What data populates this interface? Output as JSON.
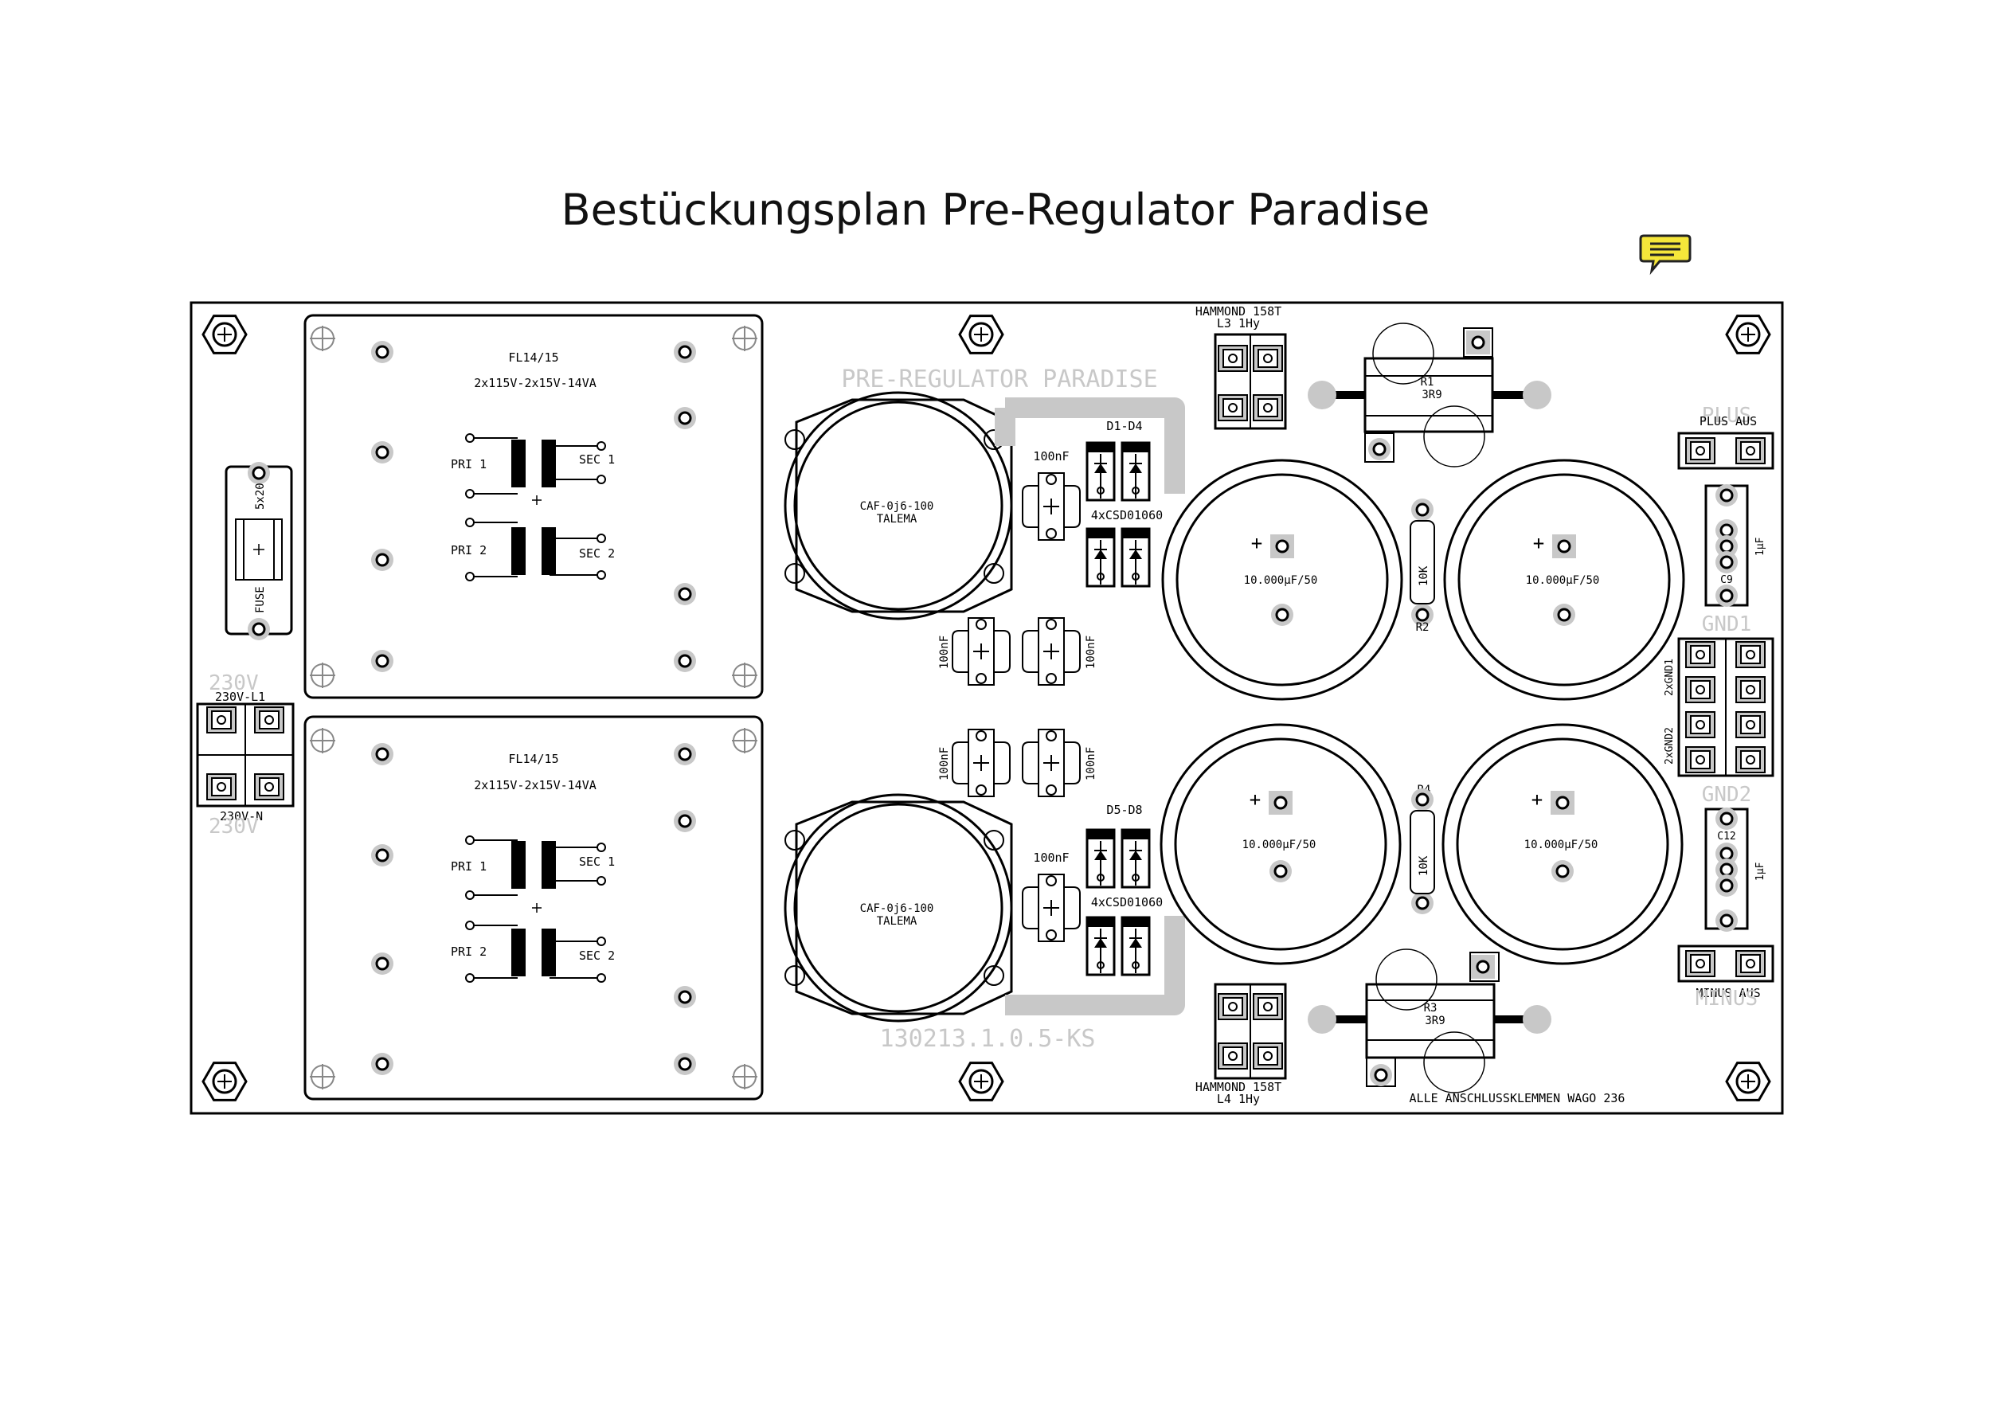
{
  "title": "Bestückungsplan Pre-Regulator Paradise",
  "icons": {
    "comment": "comment-icon"
  },
  "colors": {
    "ink": "#000000",
    "silk_gray": "#c8c8c8",
    "comment": "#f5e63a"
  },
  "board": {
    "silk_title": "PRE-REGULATOR PARADISE",
    "revision": "130213.1.0.5-KS",
    "footer_note": "ALLE ANSCHLUSSKLEMMEN WAGO 236",
    "transformers": [
      {
        "name": "FL14/15",
        "spec": "2x115V-2x15V-14VA",
        "pri1": "PRI 1",
        "pri2": "PRI 2",
        "sec1": "SEC 1",
        "sec2": "SEC 2"
      },
      {
        "name": "FL14/15",
        "spec": "2x115V-2x15V-14VA",
        "pri1": "PRI 1",
        "pri2": "PRI 2",
        "sec1": "SEC 1",
        "sec2": "SEC 2"
      }
    ],
    "fuse": {
      "size": "5x20",
      "label": "FUSE"
    },
    "mains": {
      "l1_silk": "230V",
      "l1_label": "230V-L1",
      "n_label": "230V-N",
      "n_silk": "230V"
    },
    "bridge_caps": [
      {
        "part": "CAF-0j6-100",
        "maker": "TALEMA"
      },
      {
        "part": "CAF-0j6-100",
        "maker": "TALEMA"
      }
    ],
    "diode_groups": [
      {
        "ref": "D1-D4",
        "type": "4xCSD01060",
        "cap": "100nF"
      },
      {
        "ref": "D5-D8",
        "type": "4xCSD01060",
        "cap": "100nF"
      }
    ],
    "snubber_caps": [
      "100nF",
      "100nF",
      "100nF",
      "100nF"
    ],
    "chokes": [
      {
        "model": "HAMMOND 158T",
        "ref": "L3 1Hy"
      },
      {
        "model": "HAMMOND 158T",
        "ref": "L4 1Hy"
      }
    ],
    "power_resistors": [
      {
        "ref": "R1",
        "value": "3R9"
      },
      {
        "ref": "R3",
        "value": "3R9"
      }
    ],
    "bleeders": [
      {
        "ref": "R2",
        "value": "10K"
      },
      {
        "ref": "R4",
        "value": "10K"
      }
    ],
    "electrolytics": [
      "10.000µF/50",
      "10.000µF/50",
      "10.000µF/50",
      "10.000µF/50"
    ],
    "outputs": {
      "plus_silk": "PLUS",
      "plus_label": "PLUS AUS",
      "gnd1": "GND1",
      "gnd2": "GND2",
      "gnd1_label": "2xGND1",
      "gnd2_label": "2xGND2",
      "minus_label": "MINUS AUS",
      "minus_silk": "MINUS"
    },
    "film_caps": [
      {
        "ref": "C9",
        "value": "1µF"
      },
      {
        "ref": "C12",
        "value": "1µF"
      }
    ]
  }
}
